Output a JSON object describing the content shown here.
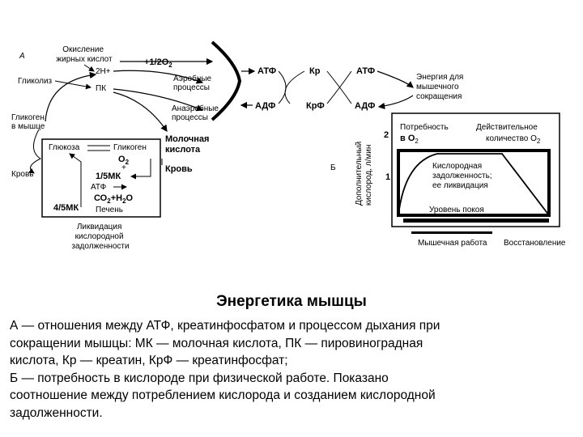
{
  "diagram_a": {
    "panel_label": "А",
    "fatty_acid_oxidation": "Окисление\nжирных кислот",
    "oxygen_half": "+1/2O",
    "oxygen_half_sub": "2",
    "two_h": "2Н+",
    "pk": "ПК",
    "glycolysis": "Гликолиз",
    "aerobic": "Аэробные\nпроцессы",
    "anaerobic": "Анаэробные\nпроцессы",
    "glycogen_in_muscle": "Гликоген\nв мышце",
    "lactic_acid": "Молочная\nкислота",
    "atp_top_1": "АТФ",
    "kr_top": "Кр",
    "atp_top_2": "АТФ",
    "adp_bottom_1": "АДФ",
    "krf_bottom": "КрФ",
    "adp_bottom_2": "АДФ",
    "energy": "Энергия для\nмышечного\nсокращения",
    "glucose": "Глюкоза",
    "glycogen": "Гликоген",
    "o2_box": "О",
    "o2_box_sub": "2",
    "one_fifth_mk": "1/5МК",
    "atf_box": "АТФ",
    "co2_h2o": "СО",
    "co2_sub": "2",
    "h2o_mid": "+Н",
    "h2o_sub": "2",
    "h2o_end": "О",
    "four_fifth_mk": "4/5МК",
    "liver": "Печень",
    "blood_left": "Кровь",
    "blood_right": "Кровь",
    "liquidation": "Ликвидация\nкислородной\nзадолженности"
  },
  "diagram_b": {
    "panel_label": "Б",
    "y_axis": "Дополнительный\nкислород, л/мин",
    "tick_2": "2",
    "tick_1": "1",
    "demand": "Потребность\nв О",
    "demand_sub": "2",
    "actual": "Действительное\nколичество О",
    "actual_sub": "2",
    "debt": "Кислородная\nзадолженность;\nее ликвидация",
    "rest_level": "Уровень покоя",
    "muscle_work": "Мышечная работа",
    "recovery": "Восстановление"
  },
  "caption": {
    "title": "Энергетика мышцы",
    "lines": [
      "А — отношения между АТФ, креатинфосфатом и процессом дыхания при",
      "сокращении мышцы: МК — молочная кислота, ПК — пировиноградная",
      "кислота, Кр — креатин, КрФ — креатинфосфат;",
      "Б — потребность в кислороде при физической работе. Показано",
      "соотношение между потреблением кислорода и созданием кислородной",
      "задолженности."
    ]
  }
}
